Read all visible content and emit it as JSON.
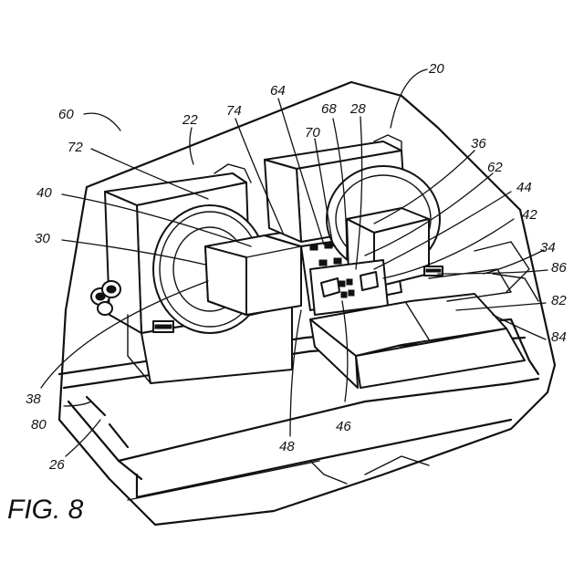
{
  "figure": {
    "caption": "FIG. 8",
    "refs": {
      "r20": "20",
      "r22": "22",
      "r26": "26",
      "r28": "28",
      "r30": "30",
      "r34": "34",
      "r36": "36",
      "r38": "38",
      "r40": "40",
      "r42": "42",
      "r44": "44",
      "r46": "46",
      "r48": "48",
      "r60": "60",
      "r62": "62",
      "r64": "64",
      "r68": "68",
      "r70": "70",
      "r72": "72",
      "r74": "74",
      "r80": "80",
      "r82": "82",
      "r84": "84",
      "r86": "86"
    }
  }
}
